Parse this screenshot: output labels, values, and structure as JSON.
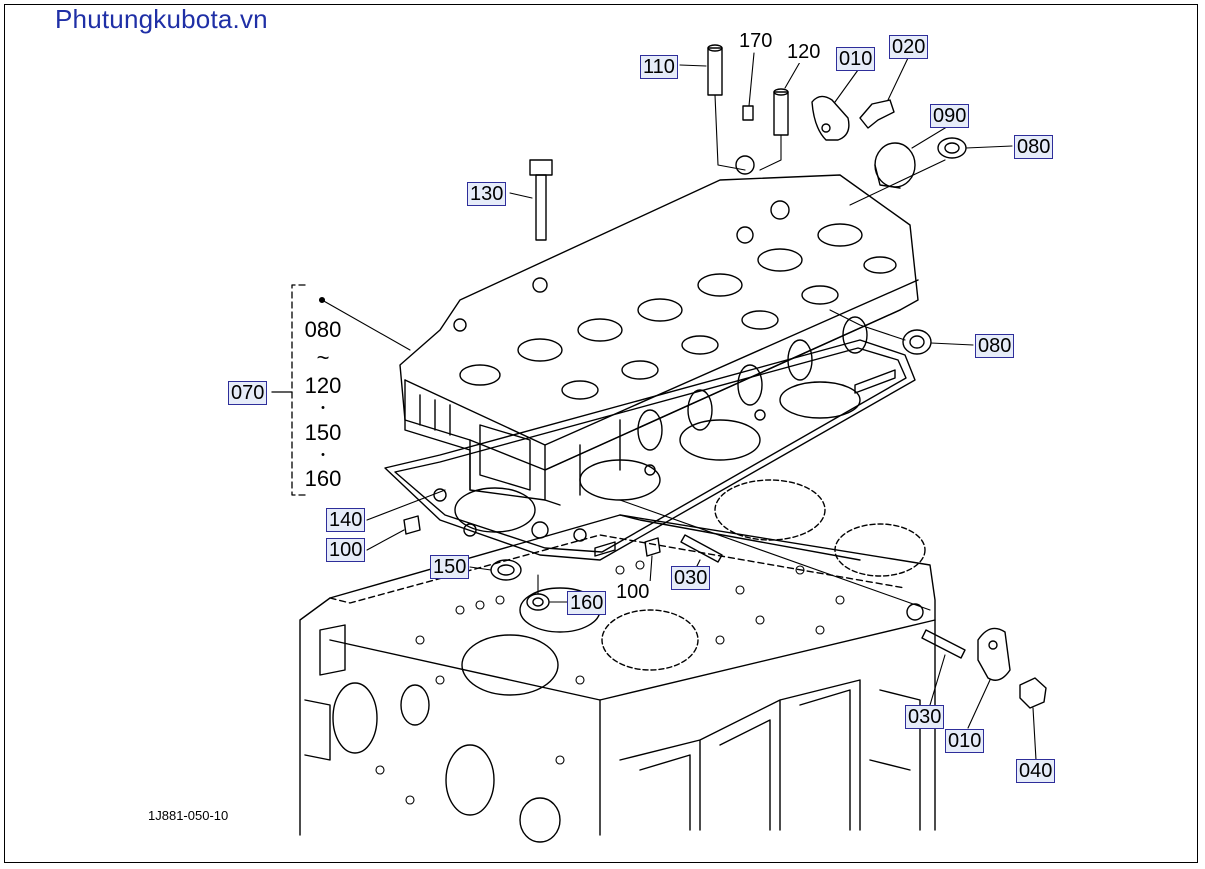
{
  "site_title": "Phutungkubota.vn",
  "diagram_code": "1J881-050-10",
  "callouts": {
    "p110": "110",
    "p170": "170",
    "p120": "120",
    "p010_top": "010",
    "p020": "020",
    "p090": "090",
    "p080_top": "080",
    "p130": "130",
    "p080_mid": "080",
    "p070": "070",
    "p140": "140",
    "p100_left": "100",
    "p150": "150",
    "p100_mid": "100",
    "p030_mid": "030",
    "p160": "160",
    "p030_low": "030",
    "p010_low": "010",
    "p040": "040"
  },
  "group": {
    "from": "080",
    "tilde": "~",
    "a": "120",
    "dot1": "・",
    "b": "150",
    "dot2": "・",
    "c": "160"
  },
  "colors": {
    "brand": "#1f2fa6",
    "label_box": "#e6ecf9",
    "label_border": "#2e2e9a",
    "line": "#000000"
  }
}
